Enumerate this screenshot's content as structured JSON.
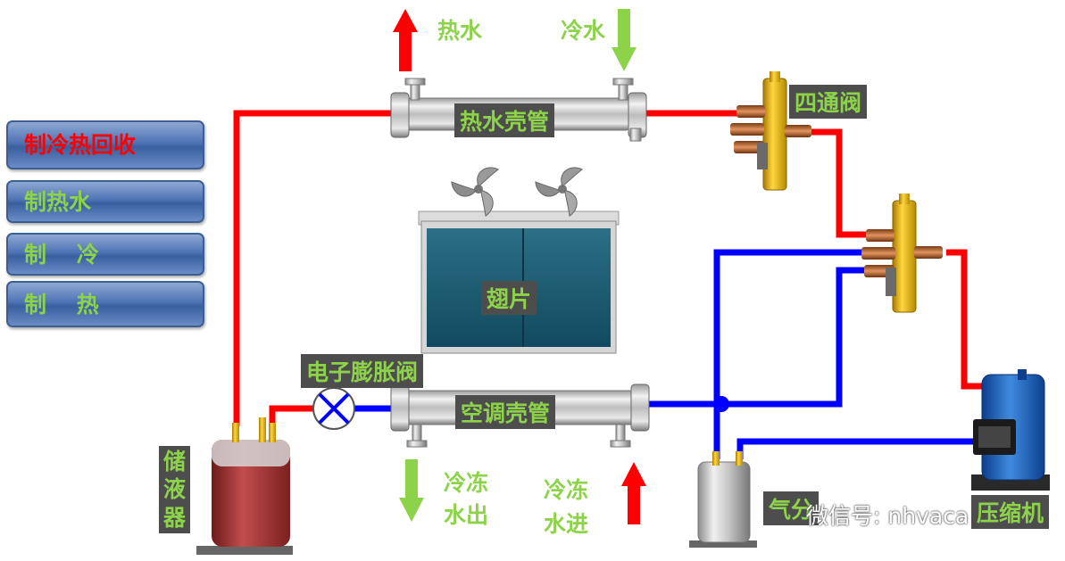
{
  "modes": [
    {
      "label": "制冷热回收",
      "active": true
    },
    {
      "label": "制热水",
      "active": false
    },
    {
      "label": "制　 冷",
      "active": false
    },
    {
      "label": "制　 热",
      "active": false
    }
  ],
  "labels": {
    "hot_water": "热水",
    "cold_water": "冷水",
    "hot_water_shell": "热水壳管",
    "four_way_valve": "四通阀",
    "fins": "翅片",
    "expansion_valve": "电子膨胀阀",
    "ac_shell": "空调壳管",
    "chilled_water_out": [
      "冷冻",
      "水出"
    ],
    "chilled_water_in": [
      "冷冻",
      "水进"
    ],
    "receiver": [
      "储",
      "液",
      "器"
    ],
    "gas_separator": "气分",
    "compressor": "压缩机"
  },
  "watermark": "微信号: nhvaca",
  "colors": {
    "hot_pipe": "#ff0000",
    "cold_pipe": "#0000ff",
    "arrow_green": "#8dd34a",
    "label_box": "#4d4d4d",
    "button_active_text": "#ff0000",
    "button_text": "#8dd34a"
  },
  "icons": [
    "fan-icon",
    "expansion-valve-icon",
    "four-way-valve-icon",
    "compressor-icon",
    "receiver-tank-icon",
    "gas-separator-tank-icon"
  ]
}
